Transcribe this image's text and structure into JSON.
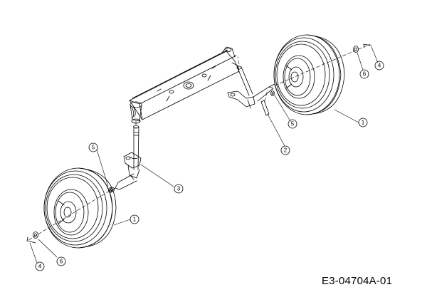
{
  "diagram": {
    "document_code": "E3-04704A-01",
    "callouts": [
      {
        "id": "c1-right",
        "label": "1"
      },
      {
        "id": "c1-left",
        "label": "1"
      },
      {
        "id": "c2",
        "label": "2"
      },
      {
        "id": "c3",
        "label": "3"
      },
      {
        "id": "c4-right",
        "label": "4"
      },
      {
        "id": "c4-left",
        "label": "4"
      },
      {
        "id": "c5-right",
        "label": "5"
      },
      {
        "id": "c5-left",
        "label": "5"
      },
      {
        "id": "c6-right",
        "label": "6"
      },
      {
        "id": "c6-left",
        "label": "6"
      }
    ]
  }
}
